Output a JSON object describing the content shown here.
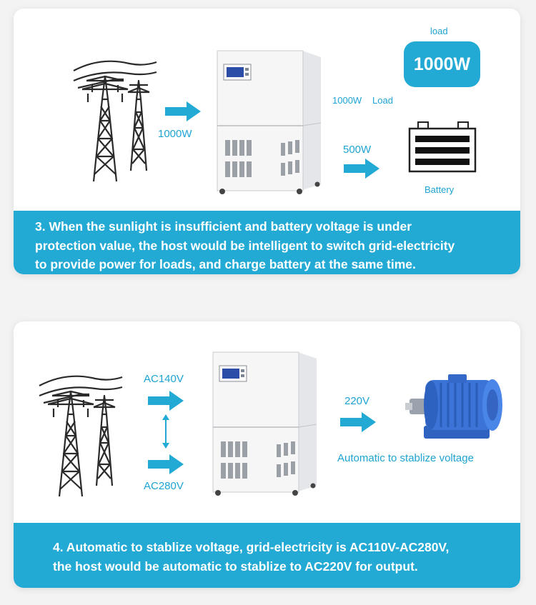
{
  "panel1": {
    "input_label": "1000W",
    "top_caption": "load",
    "load_box": "1000W",
    "load_arrow_label": "1000W",
    "load_arrow_label2": "Load",
    "battery_arrow_label": "500W",
    "battery_label": "Battery",
    "description": "3. When the sunlight is insufficient and battery voltage is under\nprotection value, the host would be intelligent to switch grid-electricity\nto provide power for loads, and charge battery at the same time."
  },
  "panel2": {
    "input_low_label": "AC140V",
    "input_high_label": "AC280V",
    "output_label": "220V",
    "motor_caption": "Automatic to stablize voltage",
    "description": "4. Automatic to stablize voltage, grid-electricity is AC110V-AC280V,\nthe host would be automatic to stablize to AC220V for output."
  },
  "icons": [
    "power-tower-icon",
    "stabilizer-cabinet-icon",
    "battery-icon",
    "electric-motor-icon",
    "arrow-right-icon"
  ],
  "colors": {
    "accent": "#22a9d4",
    "label_text": "#1ea3d2",
    "band_text": "#ffffff"
  }
}
